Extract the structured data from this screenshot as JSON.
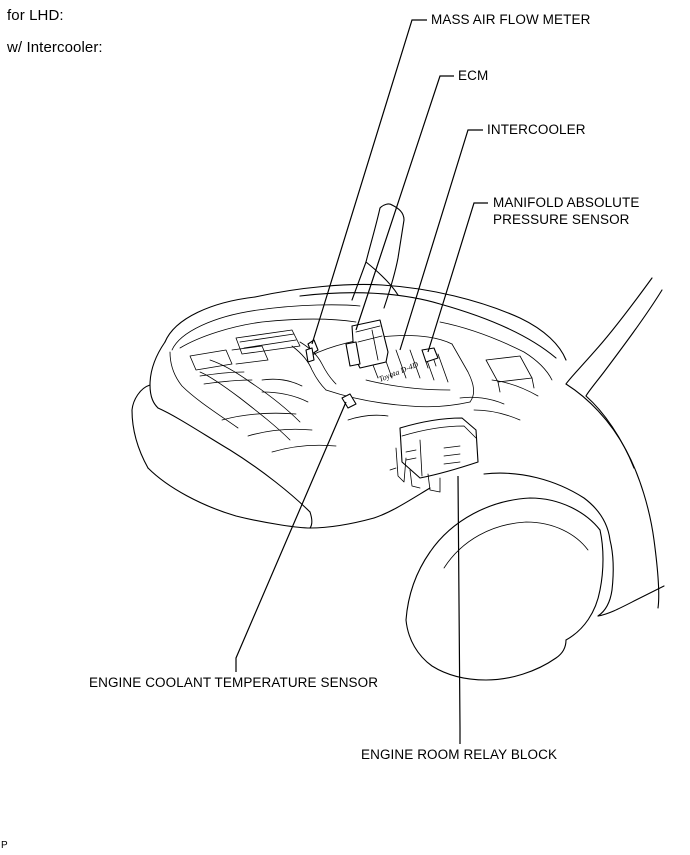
{
  "header": {
    "line1": "for LHD:",
    "line2": "w/ Intercooler:"
  },
  "callouts": {
    "maf": "MASS AIR FLOW METER",
    "ecm": "ECM",
    "intercooler": "INTERCOOLER",
    "map_line1": "MANIFOLD ABSOLUTE",
    "map_line2": "PRESSURE SENSOR",
    "ect": "ENGINE COOLANT TEMPERATURE SENSOR",
    "relay": "ENGINE ROOM RELAY BLOCK"
  },
  "engine_cover_text": "Toyota D-4D",
  "footer_code": "P"
}
